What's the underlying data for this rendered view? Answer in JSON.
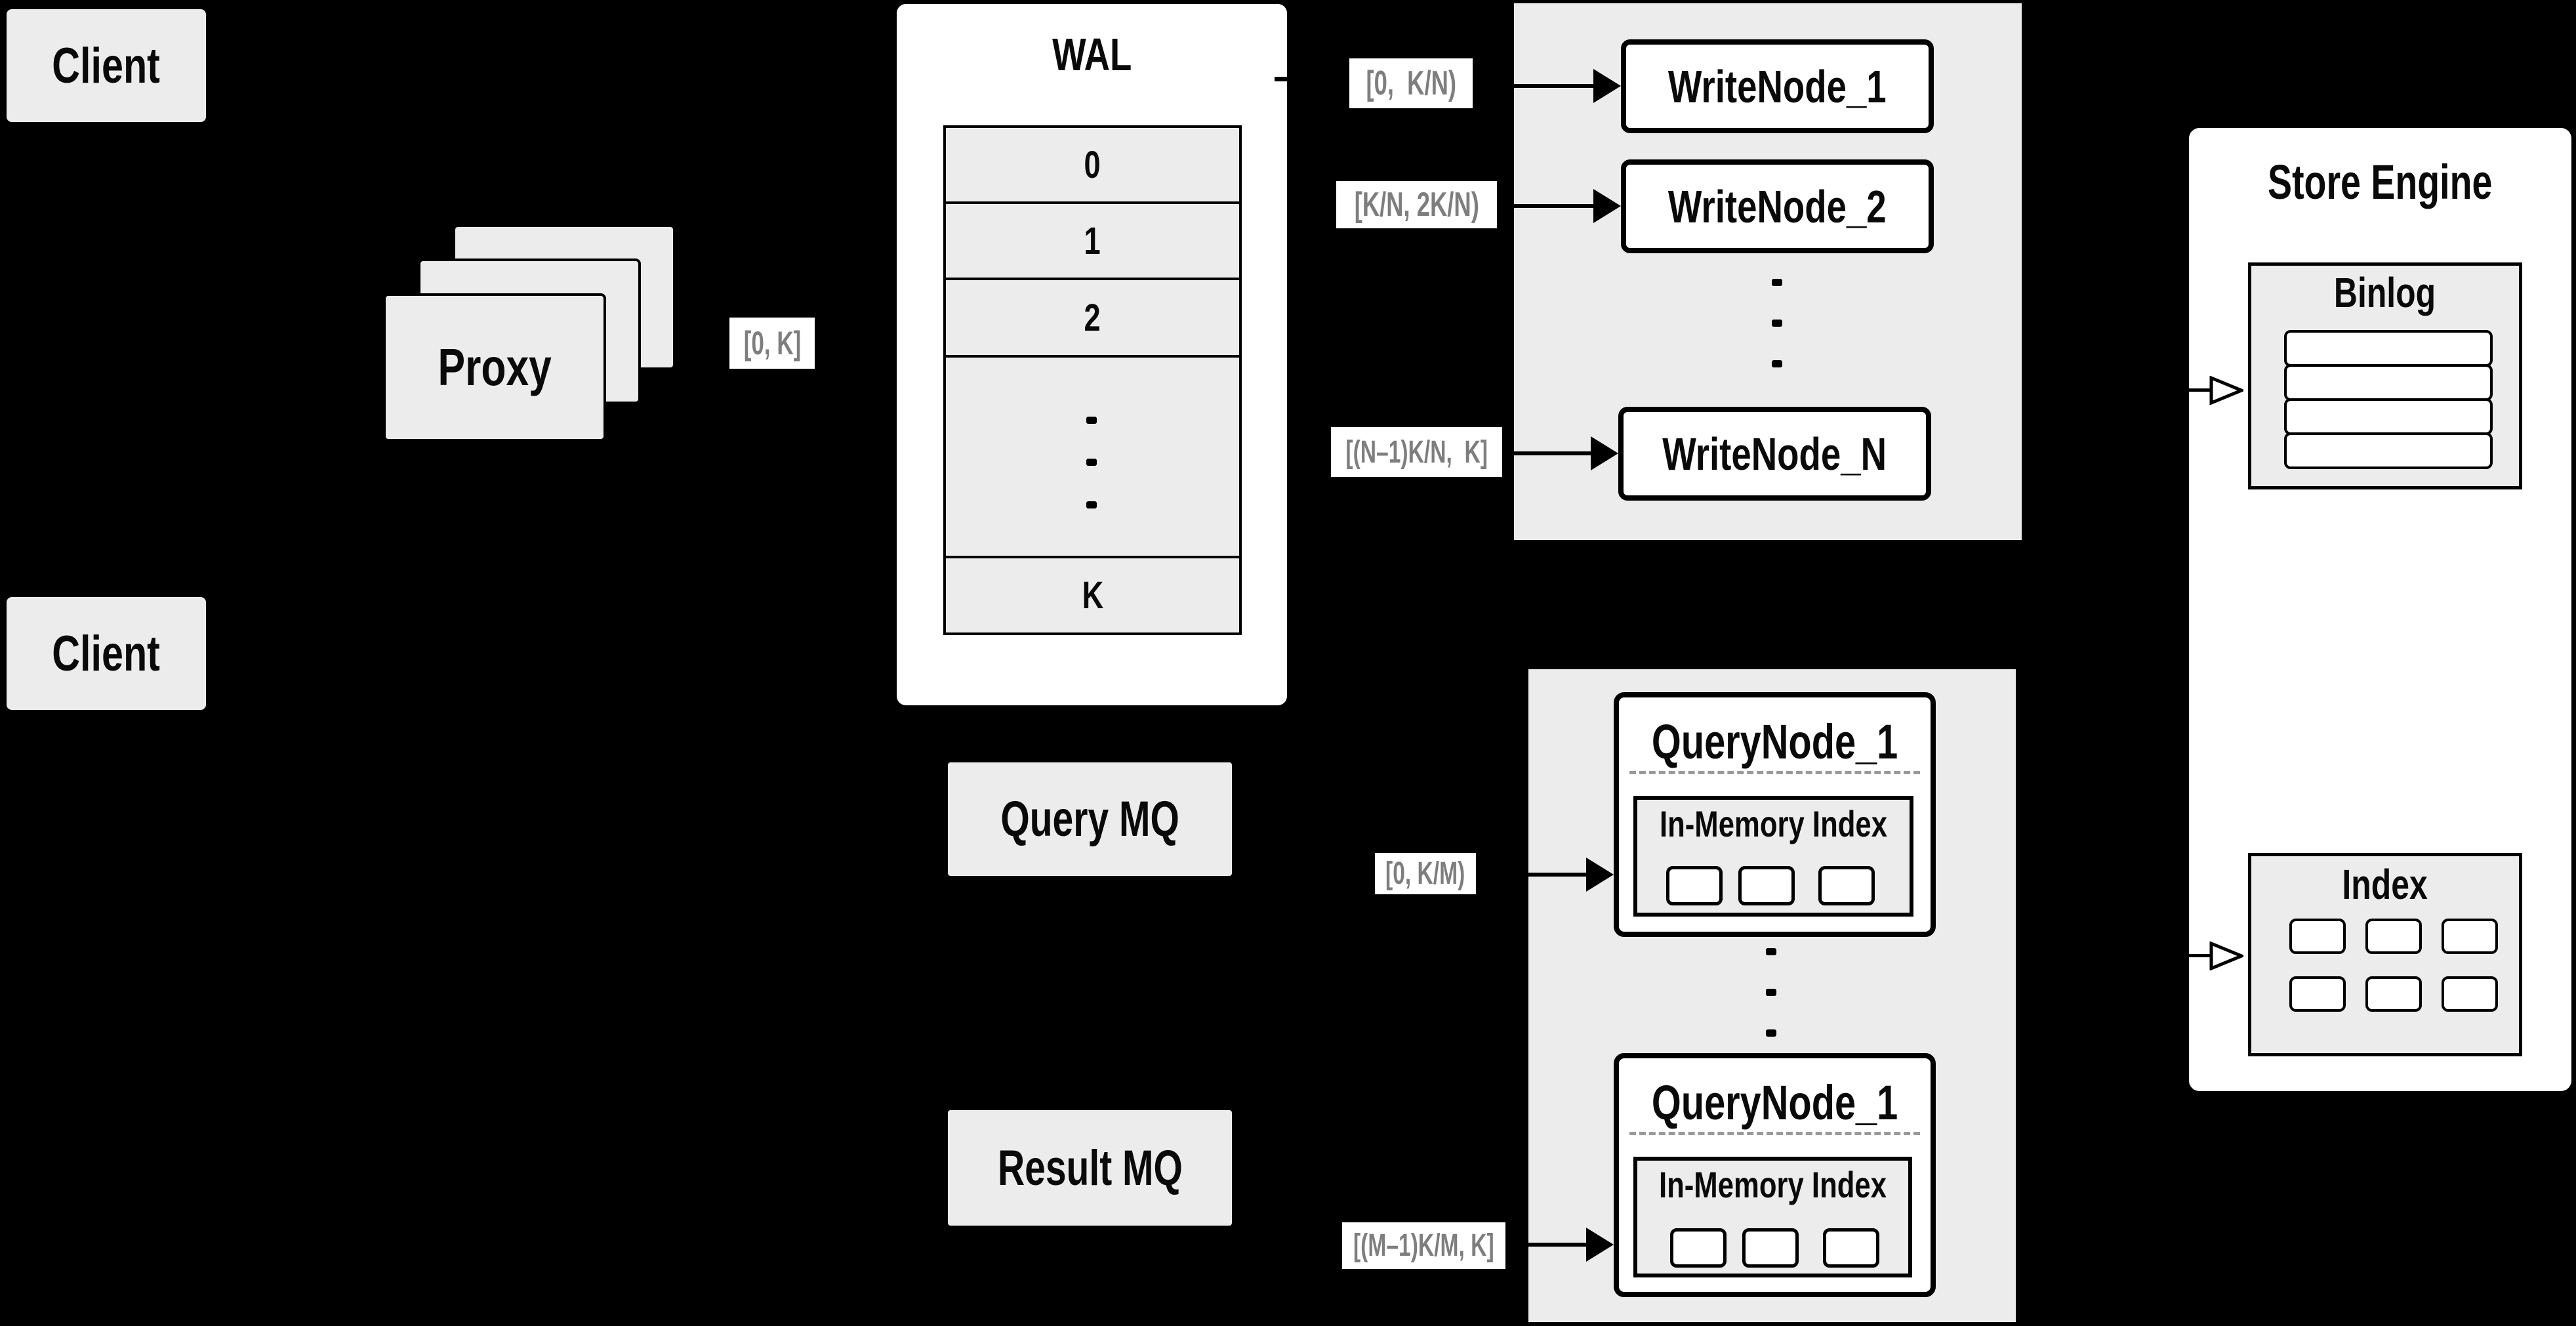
{
  "colors": {
    "background": "#000000",
    "panel_gray": "#ececec",
    "box_white": "#ffffff",
    "line_black": "#000000",
    "chip_text_gray": "#7e7e7e",
    "dashed_divider_gray": "#9a9a9a"
  },
  "clients": {
    "top": "Client",
    "bottom": "Client"
  },
  "proxy": {
    "label": "Proxy",
    "range": "[0, K]"
  },
  "wal": {
    "title": "WAL",
    "rows": [
      "0",
      "1",
      "2",
      "K"
    ]
  },
  "write_nodes": {
    "labels": [
      "WriteNode_1",
      "WriteNode_2",
      "WriteNode_N"
    ],
    "ranges": [
      "[0,  K/N)",
      "[K/N, 2K/N)",
      "[(N–1)K/N,  K]"
    ]
  },
  "message_queues": {
    "query": "Query MQ",
    "result": "Result MQ"
  },
  "query_nodes": {
    "ranges": [
      "[0, K/M)",
      "[(M–1)K/M, K]"
    ],
    "nodes": [
      {
        "title": "QueryNode_1",
        "subtitle": "In-Memory Index"
      },
      {
        "title": "QueryNode_1",
        "subtitle": "In-Memory Index"
      }
    ]
  },
  "store_engine": {
    "title": "Store Engine",
    "binlog_title": "Binlog",
    "index_title": "Index"
  }
}
